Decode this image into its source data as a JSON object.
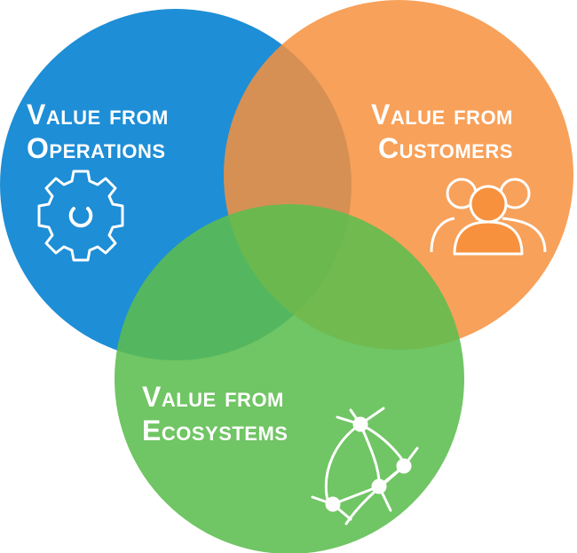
{
  "diagram": {
    "circles": [
      {
        "id": "operations",
        "line1": "Value from",
        "line2": "Operations",
        "color": "#1E8ED6",
        "icon": "gear-icon"
      },
      {
        "id": "customers",
        "line1": "Value from",
        "line2": "Customers",
        "color": "#F7913D",
        "icon": "users-group-icon"
      },
      {
        "id": "ecosystems",
        "line1": "Value from",
        "line2": "Ecosystems",
        "color": "#5CBD4E",
        "icon": "network-globe-icon"
      }
    ]
  }
}
